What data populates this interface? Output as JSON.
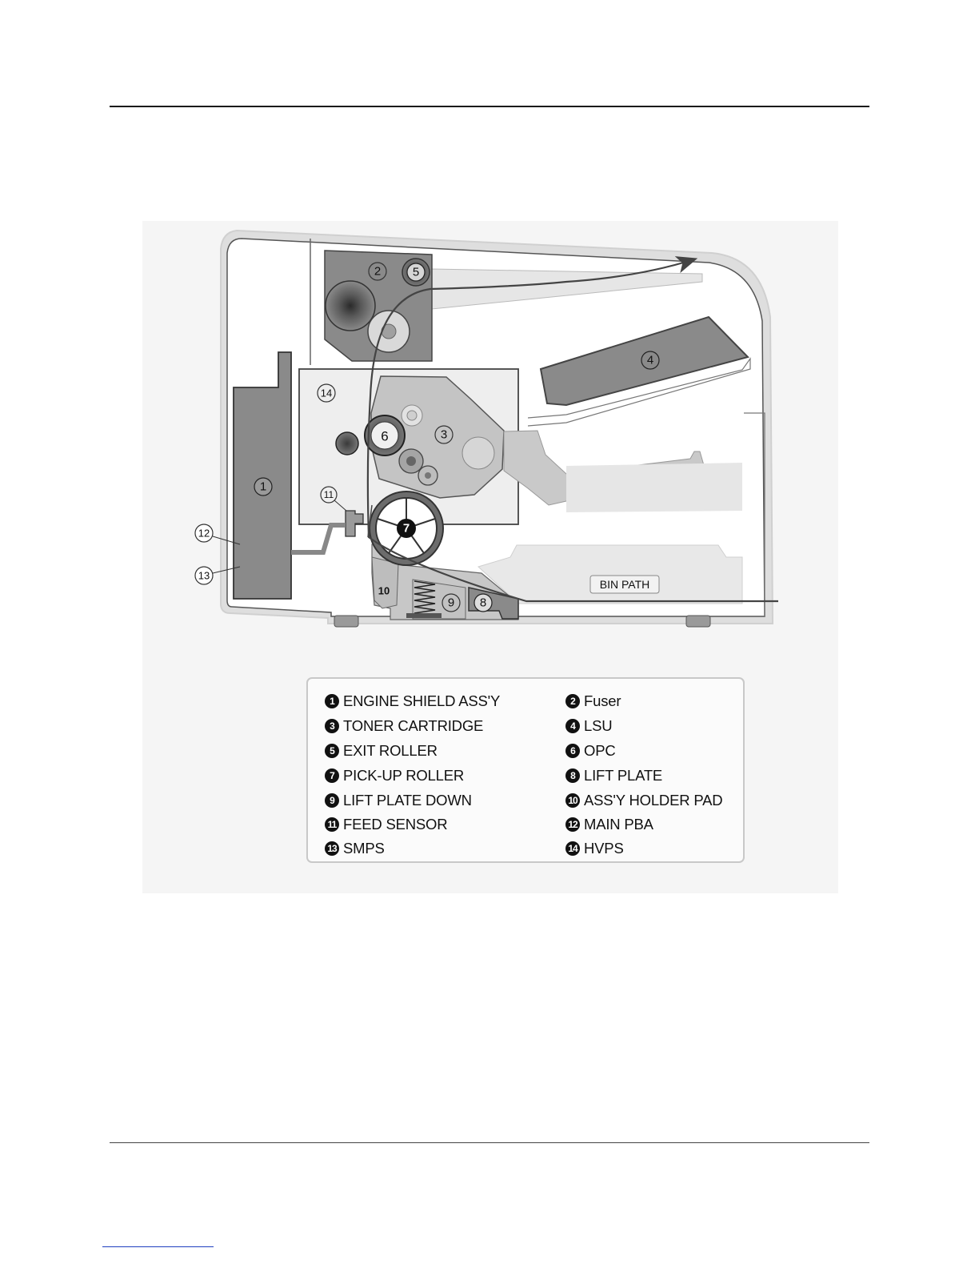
{
  "diagram": {
    "bin_path_label": "BIN PATH",
    "callouts": [
      "1",
      "2",
      "3",
      "4",
      "5",
      "6",
      "7",
      "8",
      "9",
      "10",
      "11",
      "12",
      "13",
      "14"
    ]
  },
  "legend": [
    {
      "num": "1",
      "label": "ENGINE SHIELD ASS'Y"
    },
    {
      "num": "2",
      "label": "Fuser"
    },
    {
      "num": "3",
      "label": "TONER CARTRIDGE"
    },
    {
      "num": "4",
      "label": "LSU"
    },
    {
      "num": "5",
      "label": "EXIT ROLLER"
    },
    {
      "num": "6",
      "label": "OPC"
    },
    {
      "num": "7",
      "label": "PICK-UP ROLLER"
    },
    {
      "num": "8",
      "label": "LIFT PLATE"
    },
    {
      "num": "9",
      "label": "LIFT PLATE DOWN"
    },
    {
      "num": "10",
      "label": "ASS'Y HOLDER PAD"
    },
    {
      "num": "11",
      "label": "FEED SENSOR"
    },
    {
      "num": "12",
      "label": "MAIN PBA"
    },
    {
      "num": "13",
      "label": "SMPS"
    },
    {
      "num": "14",
      "label": "HVPS"
    }
  ]
}
